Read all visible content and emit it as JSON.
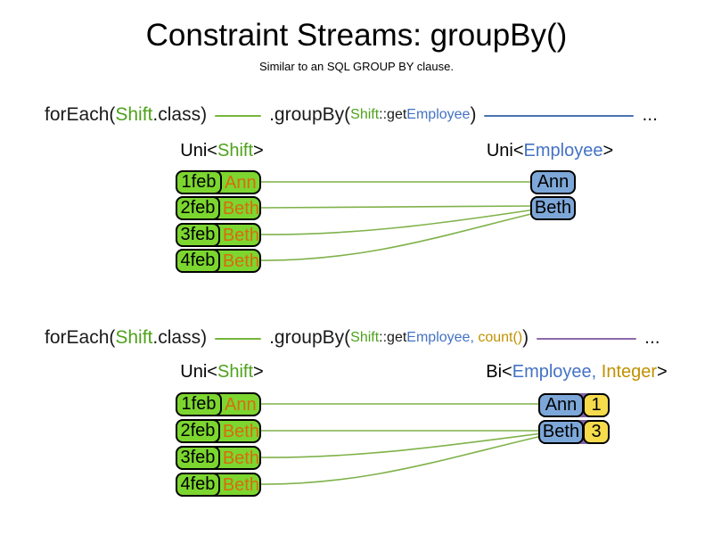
{
  "title": "Constraint Streams: groupBy()",
  "subtitle": "Similar to an SQL GROUP BY clause.",
  "colors": {
    "green_fill": "#7cd62f",
    "green_text": "#4ea21b",
    "green_line": "#76b53c",
    "orange_text": "#d96c0d",
    "blue_fill": "#7da7d8",
    "blue_text": "#4472c4",
    "blue_line": "#4a72b0",
    "gold_text": "#c09100",
    "yellow_fill": "#f6dc4d",
    "purple": "#8064a2"
  },
  "section1": {
    "code": {
      "foreach_open": "forEach(",
      "foreach_type": "Shift",
      "foreach_close": ".class)",
      "groupby_open": ".groupBy(",
      "key_type": "Shift",
      "key_accessor": "::get",
      "key_prop": "Employee",
      "groupby_close": ")",
      "ellipsis": "..."
    },
    "left_header": {
      "open": "Uni<",
      "type": "Shift",
      "close": ">"
    },
    "right_header": {
      "open": "Uni<",
      "type": "Employee",
      "close": ">"
    },
    "rows": [
      {
        "date": "1feb",
        "employee": "Ann"
      },
      {
        "date": "2feb",
        "employee": "Beth"
      },
      {
        "date": "3feb",
        "employee": "Beth"
      },
      {
        "date": "4feb",
        "employee": "Beth"
      }
    ],
    "groups": [
      {
        "employee": "Ann"
      },
      {
        "employee": "Beth"
      }
    ]
  },
  "section2": {
    "code": {
      "foreach_open": "forEach(",
      "foreach_type": "Shift",
      "foreach_close": ".class)",
      "groupby_open": ".groupBy(",
      "key_type": "Shift",
      "key_accessor": "::get",
      "key_prop": "Employee",
      "comma": ", ",
      "collector": "count()",
      "groupby_close": ")",
      "ellipsis": "..."
    },
    "left_header": {
      "open": "Uni<",
      "type": "Shift",
      "close": ">"
    },
    "right_header": {
      "open": "Bi<",
      "type1": "Employee",
      "comma": ", ",
      "type2": "Integer",
      "close": ">"
    },
    "rows": [
      {
        "date": "1feb",
        "employee": "Ann"
      },
      {
        "date": "2feb",
        "employee": "Beth"
      },
      {
        "date": "3feb",
        "employee": "Beth"
      },
      {
        "date": "4feb",
        "employee": "Beth"
      }
    ],
    "groups": [
      {
        "employee": "Ann",
        "count": "1"
      },
      {
        "employee": "Beth",
        "count": "3"
      }
    ]
  }
}
